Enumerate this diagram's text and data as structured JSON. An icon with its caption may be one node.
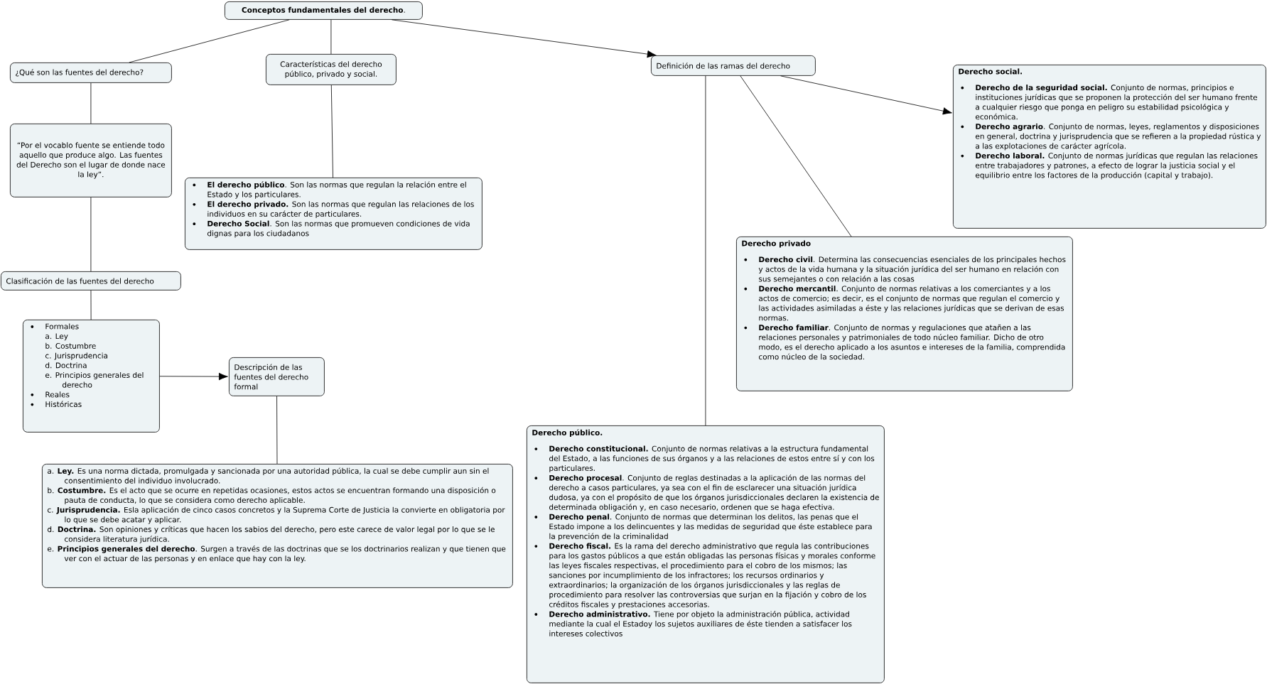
{
  "diagram": {
    "nodes": [
      {
        "text": [
          "**Conceptos fundamentales del derecho**."
        ]
      },
      {
        "text": [
          "¿Qué son las fuentes del derecho?"
        ]
      },
      {
        "text": [
          "Características del derecho público, privado y social."
        ]
      },
      {
        "text": [
          "Definición de las ramas del derecho"
        ]
      },
      {
        "text": [
          "“Por el vocablo fuente se entiende todo aquello que produce algo. Las fuentes del Derecho son el lugar de donde nace la ley”."
        ]
      },
      {
        "text": [
          "**El derecho público**. Son las normas que regulan la relación entre el Estado y los particulares.",
          "**El derecho privado.** Son las normas que regulan las relaciones de los individuos en su carácter de particulares.",
          "**Derecho Social**. Son las normas que promueven condiciones de vida dignas para los ciudadanos"
        ]
      },
      {
        "text": [
          "Derecho social.",
          "**Derecho de la seguridad social.** Conjunto de normas, principios e instituciones jurídicas que se proponen la protección del ser humano frente a cualquier riesgo que ponga en peligro su estabilidad psicológica y económica.",
          "**Derecho agrario**. Conjunto de normas, leyes, reglamentos y disposiciones en general, doctrina y jurisprudencia que se refieren a la propiedad rústica y a las explotaciones de carácter agrícola.",
          "**Derecho laboral.** Conjunto de normas jurídicas que regulan las relaciones entre trabajadores y patrones, a efecto de lograr la justicia social y el equilibrio entre los factores de la producción (capital y trabajo)."
        ]
      },
      {
        "text": [
          "Derecho privado",
          "**Derecho civil**. Determina las consecuencias esenciales de los principales hechos y actos de la vida humana y la situación jurídica del ser humano en relación con sus semejantes o con relación a las cosas",
          "**Derecho mercantil**. Conjunto de normas relativas a los comerciantes y a los actos de comercio; es decir, es el conjunto de normas que regulan el comercio y las actividades asimiladas a éste y las relaciones jurídicas que se derivan de esas normas.",
          "**Derecho familiar**. Conjunto de normas y regulaciones que atañen a las relaciones personales y patrimoniales de todo núcleo familiar. Dicho de otro modo, es el derecho aplicado a los asuntos e intereses de la familia, comprendida como núcleo de la sociedad."
        ]
      },
      {
        "text": [
          "Clasificación de las fuentes del derecho"
        ]
      },
      {
        "text": [
          "Formales",
          "a. Ley",
          "b. Costumbre",
          "c. Jurisprudencia",
          "d. Doctrina",
          "e. Principios generales del derecho",
          "Reales",
          "Históricas"
        ]
      },
      {
        "text": [
          "Descripción de las fuentes del derecho formal"
        ]
      },
      {
        "text": [
          "a. **Ley.** Es una norma dictada, promulgada y sancionada por una autoridad pública, la cual se debe cumplir aun sin el consentimiento del individuo involucrado.",
          "b. **Costumbre.** Es el acto que se ocurre en repetidas ocasiones, estos actos se encuentran formando una disposición o pauta de conducta, lo que se considera como derecho aplicable.",
          "c. **Jurisprudencia.** Esla aplicación de cinco casos concretos y la Suprema Corte de Justicia la convierte en obligatoria por lo que se debe acatar y aplicar.",
          "d. **Doctrina.** Son opiniones y críticas que hacen los sabios del derecho, pero este carece de valor legal por lo que se le considera literatura jurídica.",
          "e. **Principios generales del derecho**. Surgen a través de las doctrinas que se los doctrinarios realizan y que tienen que ver con el actuar de las personas y en enlace que hay con la ley."
        ]
      },
      {
        "text": [
          "Derecho público.",
          "**Derecho constitucional.** Conjunto de normas relativas a la estructura fundamental del Estado, a las funciones de sus órganos y a las relaciones de estos entre sí y con los particulares.",
          "**Derecho procesal**. Conjunto de reglas destinadas a la aplicación de las normas del derecho a casos particulares, ya sea con el fin de esclarecer una situación jurídica dudosa, ya con el propósito de que los órganos jurisdiccionales declaren la existencia de determinada obligación y, en caso necesario, ordenen que se haga efectiva.",
          "**Derecho penal**. Conjunto de normas que determinan los delitos, las penas que el Estado impone a los delincuentes y las medidas de seguridad que éste establece para la prevención de la criminalidad",
          "**Derecho fiscal.** Es la rama del derecho administrativo que regula las contribuciones para los gastos públicos a que están obligadas las personas físicas y morales conforme las leyes fiscales respectivas, el procedimiento para el cobro de los mismos; las sanciones por incumplimiento de los infractores; los recursos ordinarios y extraordinarios; la organización de los órganos jurisdiccionales y las reglas de procedimiento para resolver las controversias que surjan en la fijación y cobro de los créditos fiscales y prestaciones accesorias.",
          "**Derecho administrativo.** Tiene por objeto la administración pública, actividad mediante la cual el Estadoy los sujetos auxiliares de éste tienden a satisfacer los intereses colectivos"
        ]
      }
    ],
    "edges": [
      {
        "from": 0,
        "to": 1,
        "arrow": "none"
      },
      {
        "from": 0,
        "to": 2,
        "arrow": "none"
      },
      {
        "from": 0,
        "to": 3,
        "arrow": "to"
      },
      {
        "from": 1,
        "to": 4,
        "arrow": "none"
      },
      {
        "from": 2,
        "to": 5,
        "arrow": "none"
      },
      {
        "from": 3,
        "to": 6,
        "arrow": "to"
      },
      {
        "from": 3,
        "to": 7,
        "arrow": "none"
      },
      {
        "from": 3,
        "to": 12,
        "arrow": "none"
      },
      {
        "from": 4,
        "to": 8,
        "arrow": "none"
      },
      {
        "from": 8,
        "to": 9,
        "arrow": "none"
      },
      {
        "from": 9,
        "to": 10,
        "arrow": "to"
      },
      {
        "from": 10,
        "to": 11,
        "arrow": "none"
      }
    ]
  }
}
